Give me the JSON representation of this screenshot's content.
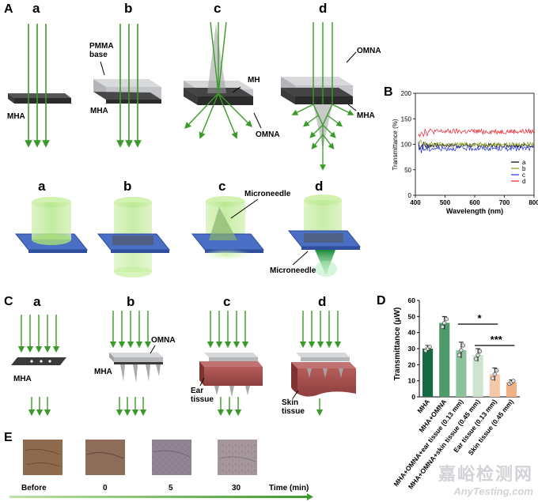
{
  "panels": {
    "A": {
      "letter": "A",
      "sub": [
        "a",
        "b",
        "c",
        "d"
      ],
      "labels": {
        "mha_a": "MHA",
        "pmma1": "PMMA",
        "pmma2": "base",
        "mha_b": "MHA",
        "mh": "MH",
        "omna_c": "OMNA",
        "omna_d": "OMNA",
        "mha_d": "MHA"
      }
    },
    "A2": {
      "sub": [
        "a",
        "b",
        "c",
        "d"
      ],
      "microneedle_c": "Microneedle",
      "microneedle_d": "Microneedle"
    },
    "C": {
      "letter": "C",
      "sub": [
        "a",
        "b",
        "c",
        "d"
      ],
      "labels": {
        "mha_a": "MHA",
        "omna_b": "OMNA",
        "mha_b": "MHA",
        "ear1": "Ear",
        "ear2": "tissue",
        "skin1": "Skin",
        "skin2": "tissue"
      }
    },
    "E": {
      "letter": "E",
      "times": [
        "Before",
        "0",
        "5",
        "30"
      ],
      "axis_label": "Time (min)"
    }
  },
  "colors": {
    "arrow": "#3a9a2a",
    "film": "#3a3a3a",
    "pmma": "#c7c9cb",
    "substrate": "#4a6fc4",
    "tissue": "#a3504f"
  },
  "chart_data": [
    {
      "panel": "B",
      "type": "line",
      "ylabel": "Transmittance (%)",
      "xlabel": "Wavelength (nm)",
      "xlim": [
        400,
        800
      ],
      "ylim": [
        0,
        200
      ],
      "xticks": [
        400,
        500,
        600,
        700,
        800
      ],
      "yticks": [
        0,
        50,
        100,
        150,
        200
      ],
      "legend_placement": "bottom-right",
      "series": [
        {
          "name": "a",
          "color": "#000000",
          "level": 98,
          "noise": 4
        },
        {
          "name": "b",
          "color": "#8a9a1a",
          "level": 100,
          "noise": 4
        },
        {
          "name": "c",
          "color": "#1f2fd8",
          "level": 92,
          "noise": 5
        },
        {
          "name": "d",
          "color": "#e8202a",
          "level": 125,
          "noise": 5
        }
      ]
    },
    {
      "panel": "D",
      "type": "bar",
      "ylabel": "Transmittance (μW)",
      "ylim": [
        0,
        60
      ],
      "yticks": [
        0,
        10,
        20,
        30,
        40,
        50,
        60
      ],
      "categories": [
        "MHA",
        "MHA+OMNA",
        "MHA+OMNA+ear tissue (0.13 mm)",
        "MHA+OMNA+skin tissue (0.45 mm)",
        "Ear tissue (0.13 mm)",
        "Skin tissue (0.45 mm)"
      ],
      "values": [
        30,
        46,
        29,
        26,
        14,
        9
      ],
      "errors": [
        2,
        4,
        5,
        4,
        4,
        1.5
      ],
      "bar_colors": [
        "#156a43",
        "#4f9a6c",
        "#8cc39d",
        "#cde4cf",
        "#f4c8a8",
        "#f0b184"
      ],
      "significance": [
        {
          "label": "*",
          "from": 2,
          "to": 4
        },
        {
          "label": "***",
          "from": 3,
          "to": 5
        }
      ]
    }
  ]
}
